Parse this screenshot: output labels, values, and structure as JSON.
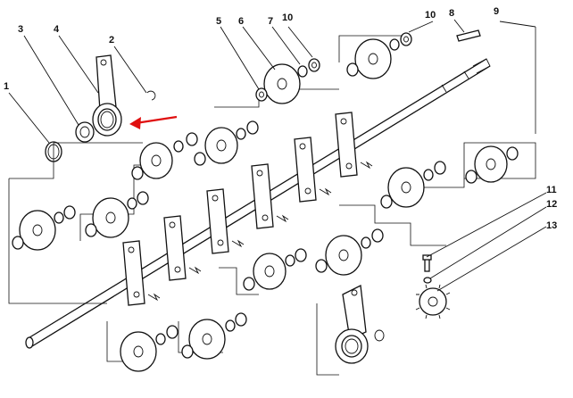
{
  "diagram": {
    "part_labels": {
      "p1": "1",
      "p2": "2",
      "p3": "3",
      "p4": "4",
      "p5": "5",
      "p6": "6",
      "p7": "7",
      "p8": "8",
      "p9": "9",
      "p10a": "10",
      "p10b": "10",
      "p11": "11",
      "p12": "12",
      "p13": "13"
    },
    "highlight_arrow_color": "#e01010",
    "ink_color": "#111111"
  }
}
